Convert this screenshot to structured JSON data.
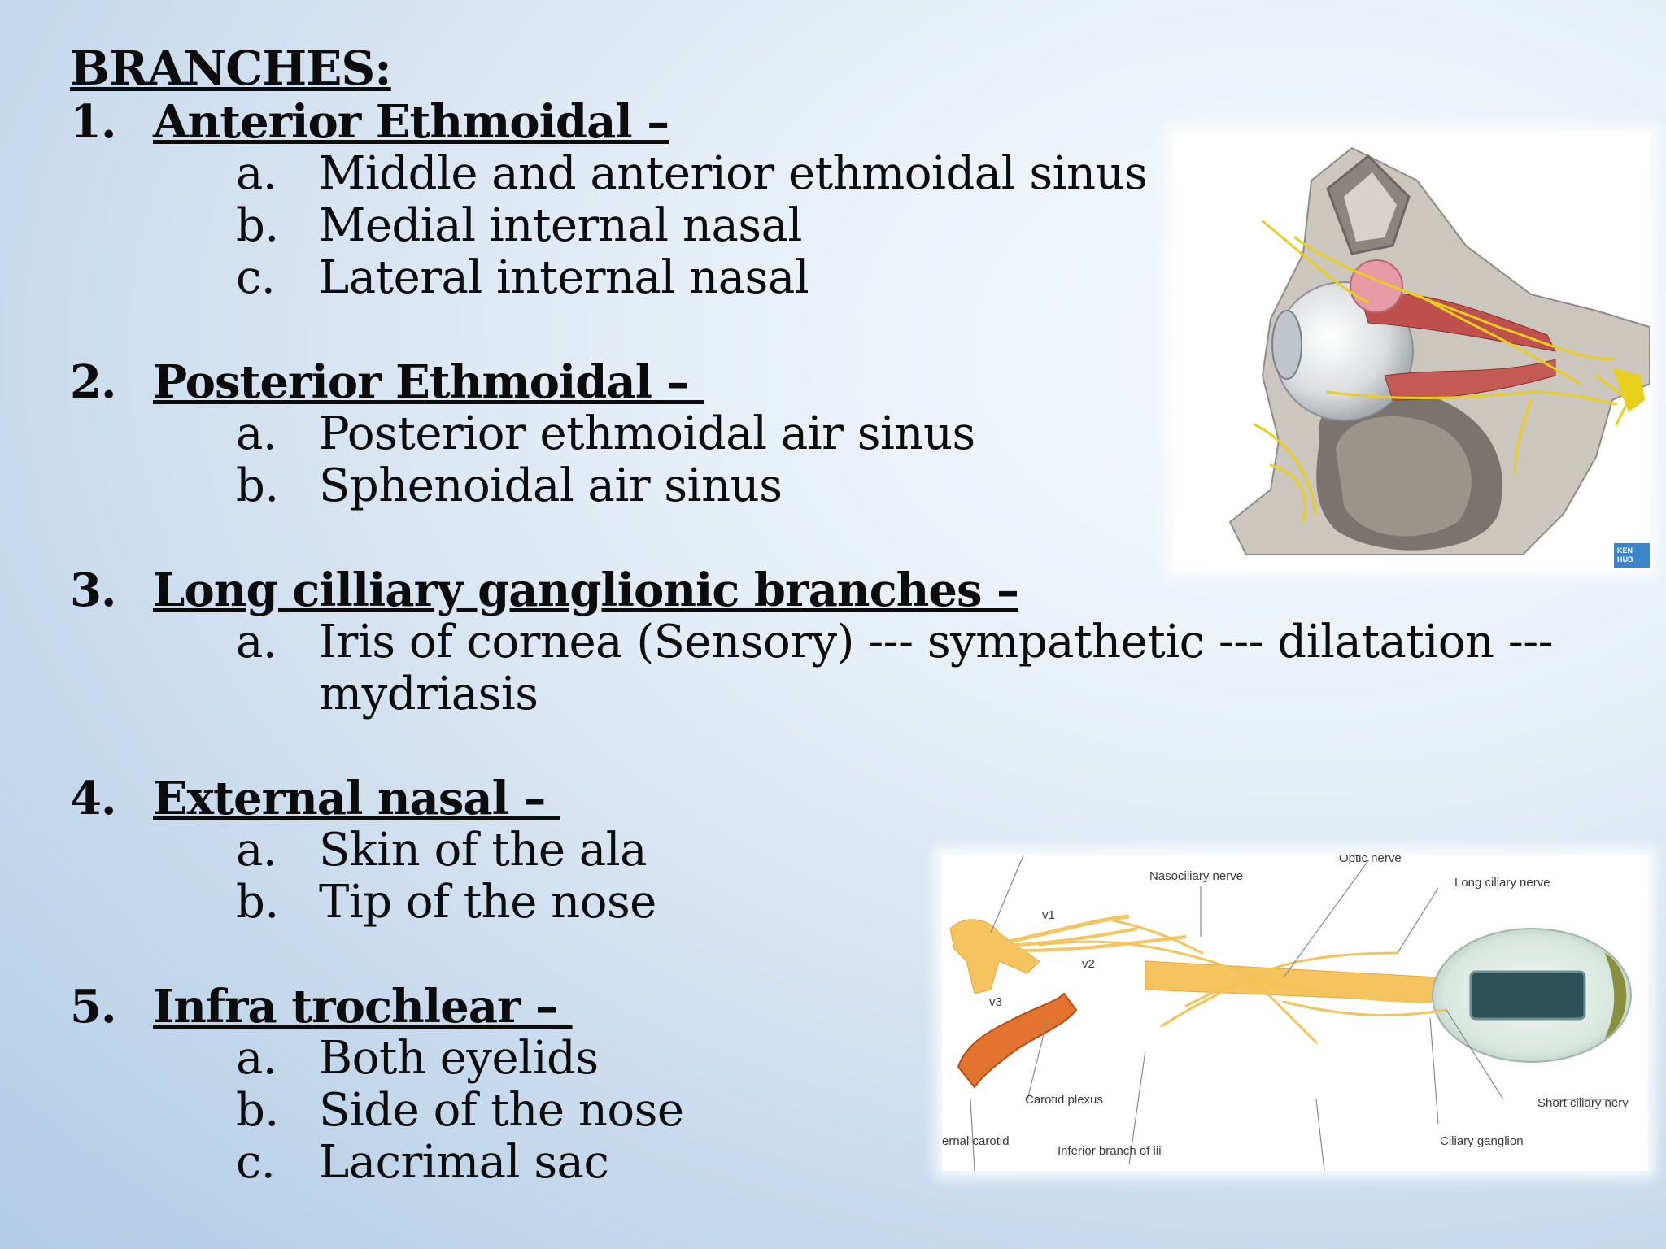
{
  "title": "BRANCHES:",
  "branches": [
    {
      "number": "1.",
      "label": "Anterior Ethmoidal –",
      "items": [
        {
          "letter": "a.",
          "text": "Middle and anterior ethmoidal sinus"
        },
        {
          "letter": "b.",
          "text": "Medial internal nasal"
        },
        {
          "letter": "c.",
          "text": "Lateral internal nasal"
        }
      ]
    },
    {
      "number": "2.",
      "label": "Posterior Ethmoidal – ",
      "items": [
        {
          "letter": "a.",
          "text": "Posterior ethmoidal air sinus"
        },
        {
          "letter": "b.",
          "text": "Sphenoidal air sinus"
        }
      ]
    },
    {
      "number": "3.",
      "label": "Long cilliary ganglionic branches –",
      "items": [
        {
          "letter": "a.",
          "text": "Iris of cornea (Sensory) --- sympathetic --- dilatation --- mydriasis"
        }
      ]
    },
    {
      "number": "4.",
      "label": "External nasal – ",
      "items": [
        {
          "letter": "a.",
          "text": "Skin of the ala"
        },
        {
          "letter": "b.",
          "text": "Tip of the nose"
        }
      ]
    },
    {
      "number": "5.",
      "label": "Infra trochlear – ",
      "items": [
        {
          "letter": "a.",
          "text": "Both eyelids"
        },
        {
          "letter": "b.",
          "text": "Side of the nose"
        },
        {
          "letter": "c.",
          "text": "Lacrimal sac"
        }
      ]
    }
  ],
  "orbit_figure": {
    "watermark": "KEN HUB"
  },
  "nerve_diagram": {
    "labels": {
      "optic_nerve": "Optic nerve",
      "nasociliary_nerve": "Nasociliary nerve",
      "long_ciliary_nerve": "Long ciliary nerve",
      "v1": "v1",
      "v2": "v2",
      "v3": "v3",
      "carotid_plexus": "Carotid plexus",
      "internal_carotid": "ernal carotid",
      "inferior_branch": "Inferior branch of iii",
      "ciliary_ganglion": "Ciliary ganglion",
      "short_ciliary_nerve": "Short ciliary nerv"
    }
  }
}
